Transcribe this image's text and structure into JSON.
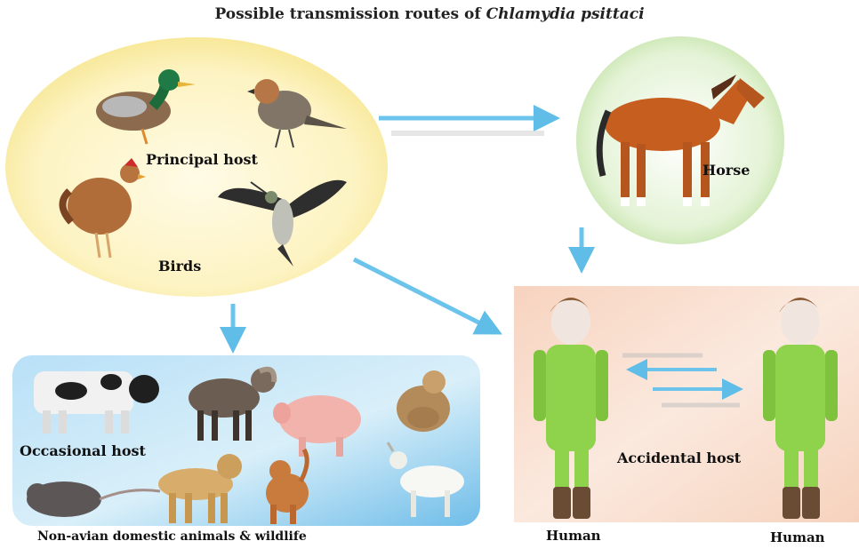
{
  "title": {
    "prefix": "Possible transmission routes of ",
    "organism": "Chlamydia psittaci"
  },
  "birds_group": {
    "label_host": "Principal host",
    "label_group": "Birds",
    "animals": [
      "duck-icon",
      "robin-icon",
      "chicken-icon",
      "hummingbird-icon"
    ]
  },
  "horse_group": {
    "label": "Horse"
  },
  "occasional_group": {
    "label_host": "Occasional host",
    "caption": "Non-avian domestic animals & wildlife",
    "animals": [
      "cow-icon",
      "sheep-icon",
      "pig-icon",
      "prairie-dog-icon",
      "rat-icon",
      "dog-icon",
      "cat-icon",
      "goat-icon"
    ]
  },
  "accidental_group": {
    "label_host": "Accidental host",
    "human_left": "Human",
    "human_right": "Human"
  },
  "colors": {
    "birds_fill": "#fbefb0",
    "horse_fill": "#dff0cf",
    "occasional_fill": "#8fcbef",
    "accidental_fill": "#f8dccb",
    "arrow": "#6cc4ec"
  }
}
